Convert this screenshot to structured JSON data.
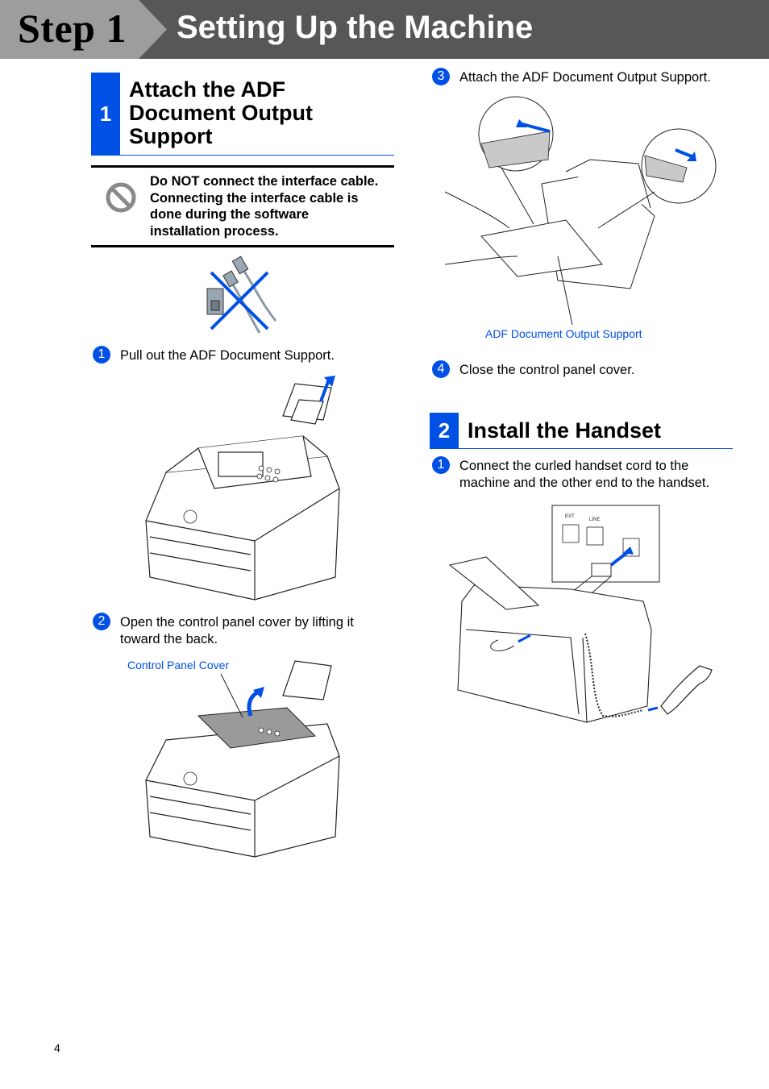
{
  "header": {
    "step_label": "Step 1",
    "title": "Setting Up the Machine"
  },
  "section1": {
    "number": "1",
    "title_line1": "Attach the ADF",
    "title_line2": "Document Output",
    "title_line3": "Support"
  },
  "warning": {
    "icon": "prohibited-icon",
    "line1": "Do NOT connect the interface cable.",
    "line2": "Connecting the interface cable is",
    "line3": "done during the software",
    "line4": "installation process."
  },
  "steps_left": [
    {
      "number": "1",
      "text": "Pull out the ADF Document Support."
    },
    {
      "number": "2",
      "text_line1": "Open the control panel cover by lifting it",
      "text_line2": "toward the back."
    }
  ],
  "captions": {
    "control_panel_cover": "Control Panel Cover",
    "adf_output_support": "ADF Document Output Support"
  },
  "steps_right": [
    {
      "number": "3",
      "text": "Attach the ADF Document Output Support."
    },
    {
      "number": "4",
      "text": "Close the control panel cover."
    }
  ],
  "section2": {
    "number": "2",
    "title": "Install the Handset",
    "step": {
      "number": "1",
      "text_line1": "Connect the curled handset cord to the",
      "text_line2": "machine and the other end to the handset."
    }
  },
  "page_number": "4",
  "colors": {
    "accent": "#0050e6",
    "header_bg": "#575757",
    "step_tab": "#9d9d9d"
  }
}
